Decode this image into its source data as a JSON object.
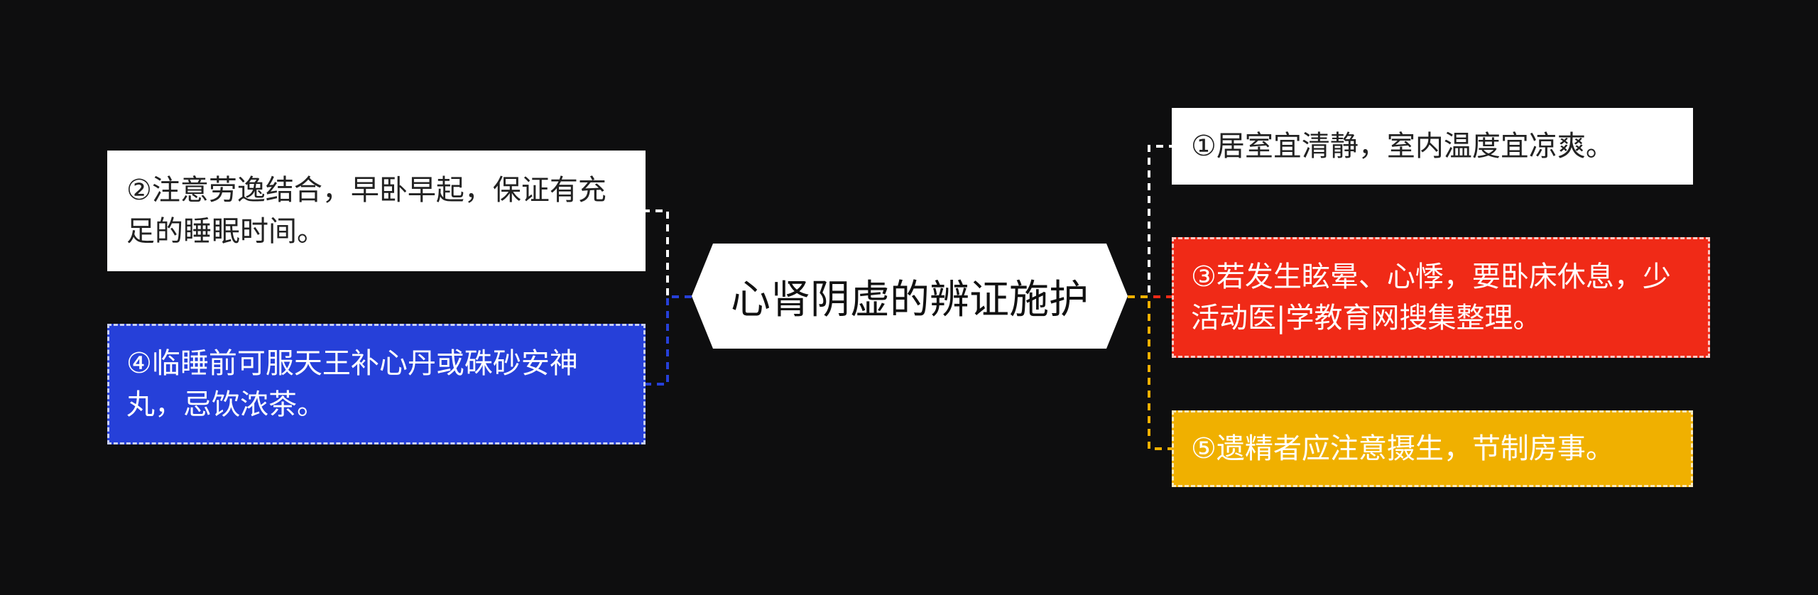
{
  "center": {
    "title": "心肾阴虚的辨证施护"
  },
  "nodes": {
    "n1": {
      "text": "①居室宜清静，室内温度宜凉爽。"
    },
    "n2": {
      "text": "②注意劳逸结合，早卧早起，保证有充足的睡眠时间。"
    },
    "n3": {
      "text": "③若发生眩晕、心悸，要卧床休息，少活动医|学教育网搜集整理。"
    },
    "n4": {
      "text": "④临睡前可服天王补心丹或硃砂安神丸，忌饮浓茶。"
    },
    "n5": {
      "text": "⑤遗精者应注意摄生，节制房事。"
    }
  },
  "colors": {
    "background": "#0e0e0f",
    "white_node": "#ffffff",
    "blue_node": "#2640d9",
    "red_node": "#f02a17",
    "yellow_node": "#f0b000"
  }
}
